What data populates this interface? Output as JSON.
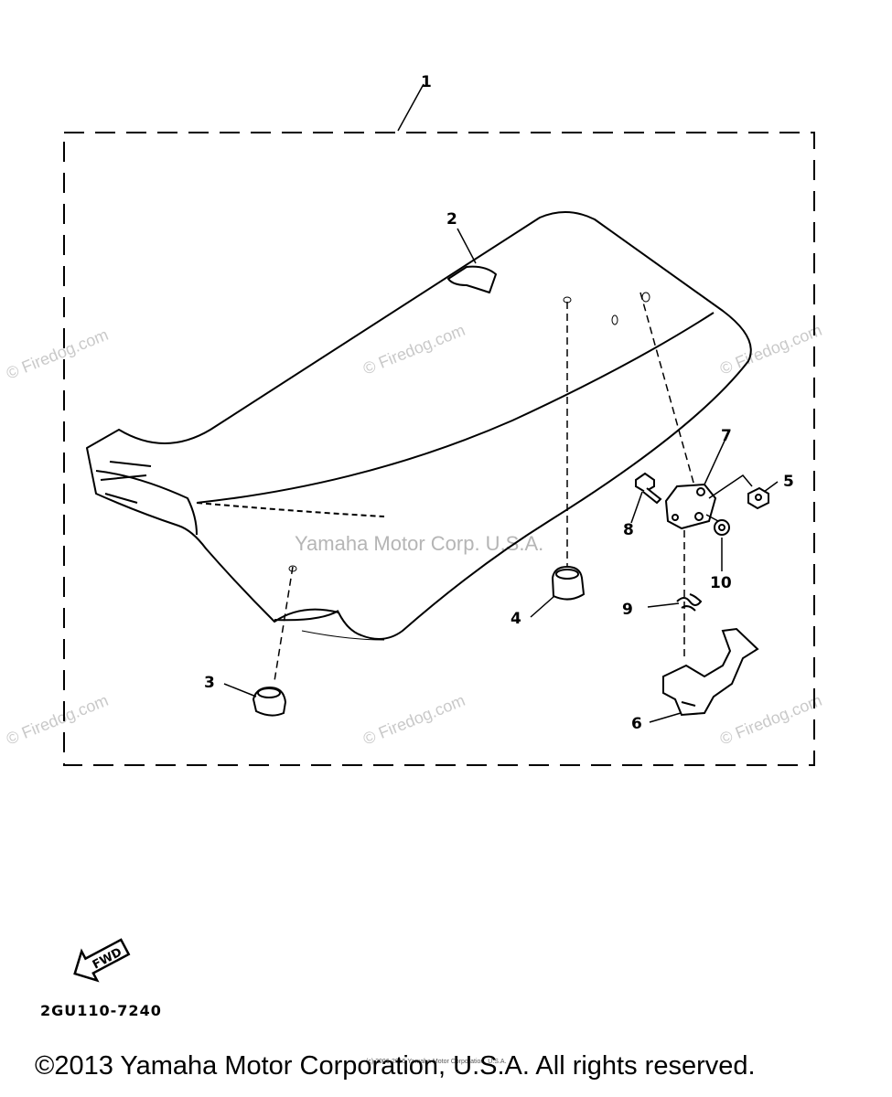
{
  "diagram": {
    "callouts": [
      "1",
      "2",
      "3",
      "4",
      "5",
      "6",
      "7",
      "8",
      "9",
      "10"
    ],
    "fwd_label": "FWD",
    "part_number": "2GU110-7240",
    "center_watermark": "Yamaha Motor Corp. U.S.A."
  },
  "watermarks": {
    "firedog": "© Firedog.com"
  },
  "footer": {
    "tiny_notice": "(c) 2006-2015 Yamaha Motor Corporation, U.S.A.",
    "copyright": "©2013 Yamaha Motor Corporation, U.S.A. All rights reserved."
  }
}
